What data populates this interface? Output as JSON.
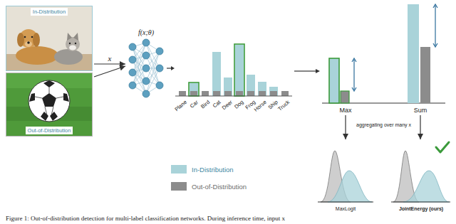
{
  "diagram": {
    "caption": "Figure 1: Out-of-distribution detection for multi-label classification networks. During inference time, input x",
    "nodes": [
      {
        "text": [
          "In-Distribution"
        ]
      },
      {
        "text": [
          "Out-of-Distribution"
        ]
      },
      {
        "text": [
          "f(x;θ)"
        ]
      },
      {
        "text": [
          "Max"
        ]
      },
      {
        "text": [
          "Sum"
        ]
      },
      {
        "text": [
          "MaxLogit"
        ]
      },
      {
        "text": [
          "JointEnergy (ours)"
        ]
      }
    ],
    "edges": [
      {
        "from": 0,
        "to": 2,
        "arrow": "to",
        "label": "x"
      },
      {
        "from": 1,
        "to": 2,
        "arrow": "to"
      },
      {
        "from": 3,
        "to": 5,
        "arrow": "to"
      },
      {
        "from": 4,
        "to": 6,
        "arrow": "to"
      }
    ],
    "labels": [
      "Plane",
      "Car",
      "Bird",
      "Cat",
      "Deer",
      "Dog",
      "Frog",
      "Horse",
      "Ship",
      "Truck",
      "aggregating over many x"
    ],
    "legend": [
      {
        "text": "In-Distribution",
        "color": "#a9d3d9"
      },
      {
        "text": "Out-of-Distribution",
        "color": "#8c8c8c"
      }
    ]
  }
}
